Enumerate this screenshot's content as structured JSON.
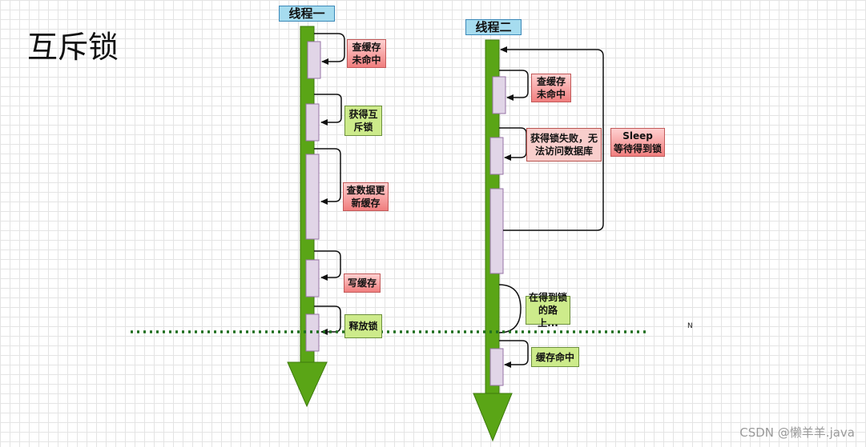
{
  "title": "互斥锁",
  "thread1": {
    "label": "线程一",
    "steps": [
      "查缓存\n未命中",
      "获得互\n斥锁",
      "查数据更\n新缓存",
      "写缓存",
      "释放锁"
    ]
  },
  "thread2": {
    "label": "线程二",
    "steps": [
      "查缓存\n未命中",
      "获得锁失败，无\n法访问数据库",
      "在得到锁\n的路上...",
      "缓存命中"
    ],
    "retry_note": "Sleep\n等待得到锁"
  },
  "marker": "N",
  "watermark": "CSDN @懒羊羊.java",
  "colors": {
    "timeline": "#5aa516",
    "block_fill": "#e1d5e7",
    "block_stroke": "#9673a6",
    "divider": "#1e6e1e"
  }
}
